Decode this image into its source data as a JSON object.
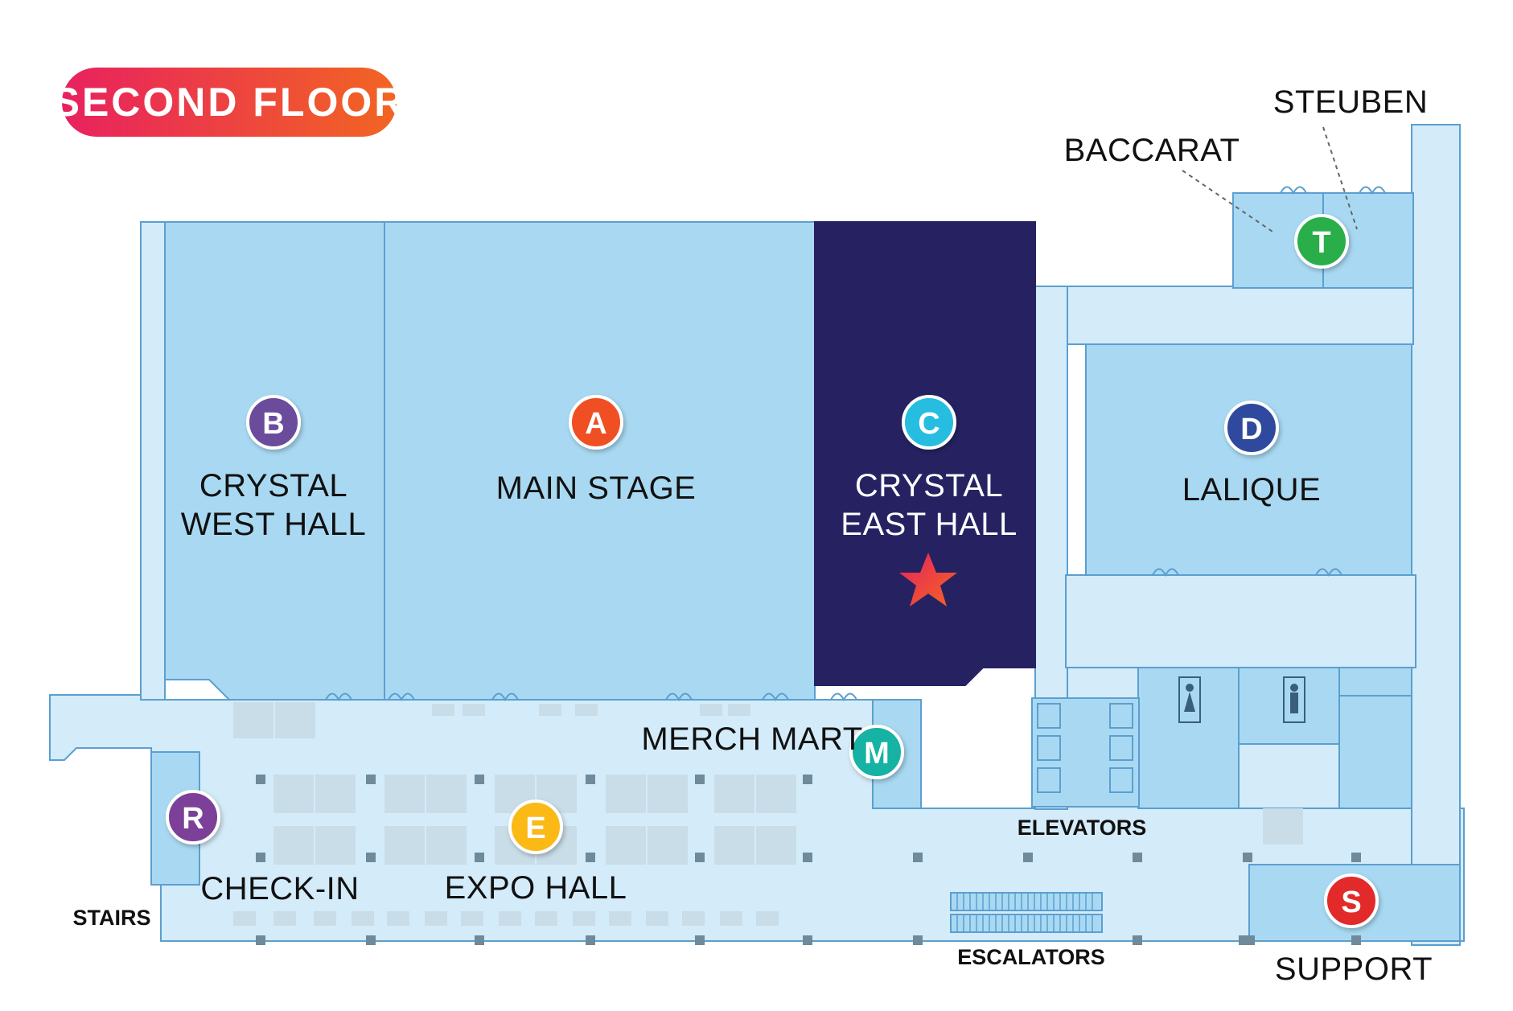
{
  "floor_badge": {
    "label": "SECOND FLOOR",
    "gradient": [
      "#e8215f",
      "#f26522"
    ]
  },
  "colors": {
    "corridor": "#d4ebf9",
    "room": "#a9d9f2",
    "wall": "#5b9fd0",
    "highlight_room": "#262262",
    "highlight_text": "#ffffff",
    "star": "#ef4136",
    "booth": "#c9dde8"
  },
  "rooms": {
    "crystal_west": {
      "line1": "CRYSTAL",
      "line2": "WEST HALL",
      "pin_letter": "B",
      "pin_color": "#6a4c9c"
    },
    "main_stage": {
      "line1": "MAIN STAGE",
      "pin_letter": "A",
      "pin_color": "#ef5023"
    },
    "crystal_east": {
      "line1": "CRYSTAL",
      "line2": "EAST HALL",
      "pin_letter": "C",
      "pin_color": "#27bde0",
      "highlighted": true,
      "marker": "star-icon"
    },
    "lalique": {
      "line1": "LALIQUE",
      "pin_letter": "D",
      "pin_color": "#2e4a9e"
    },
    "merch_mart": {
      "line1": "MERCH MART",
      "pin_letter": "M",
      "pin_color": "#14b2a3"
    },
    "expo_hall": {
      "line1": "EXPO HALL",
      "pin_letter": "E",
      "pin_color": "#fbb919"
    },
    "check_in": {
      "line1": "CHECK-IN",
      "pin_letter": "R",
      "pin_color": "#7b3f98"
    },
    "support": {
      "line1": "SUPPORT",
      "pin_letter": "S",
      "pin_color": "#e22b2b"
    },
    "baccarat_steuben": {
      "baccarat": "BACCARAT",
      "steuben": "STEUBEN",
      "pin_letter": "T",
      "pin_color": "#2bae4a"
    }
  },
  "labels": {
    "stairs": "STAIRS",
    "elevators": "ELEVATORS",
    "escalators": "ESCALATORS"
  },
  "icons": [
    "womens-restroom-icon",
    "mens-restroom-icon",
    "star-icon"
  ]
}
